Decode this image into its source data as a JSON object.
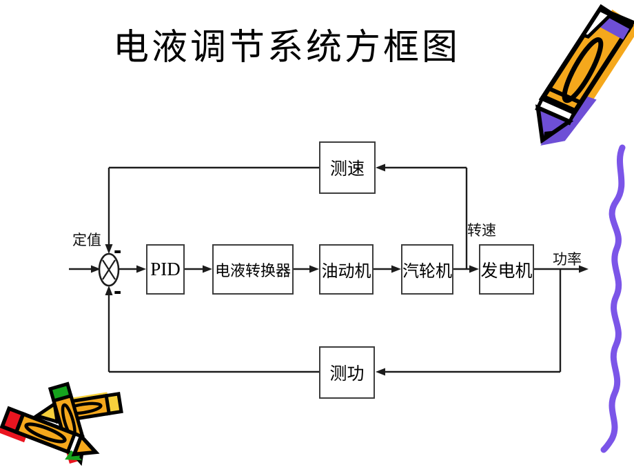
{
  "slide": {
    "title": "电液调节系统方框图"
  },
  "diagram": {
    "blocks": {
      "speed_sensor": "测速",
      "pid": "PID",
      "converter": "电液转换器",
      "servomotor": "油动机",
      "turbine": "汽轮机",
      "generator": "发电机",
      "power_sensor": "测功"
    },
    "labels": {
      "setpoint": "定值",
      "speed": "转速",
      "power": "功率"
    },
    "signs": {
      "sum_top": "-",
      "sum_bottom": "-"
    }
  },
  "colors": {
    "line": "#1c1c1c",
    "box_border": "#3c3c3c",
    "background": "#ffffff",
    "crayon_orange": "#F5A81C",
    "crayon_purple": "#6E4FD6",
    "squiggle_purple": "#7B55E8",
    "crayon_red": "#EA1520",
    "crayon_green": "#16A41E",
    "crayon_yellow": "#F6D03C"
  }
}
